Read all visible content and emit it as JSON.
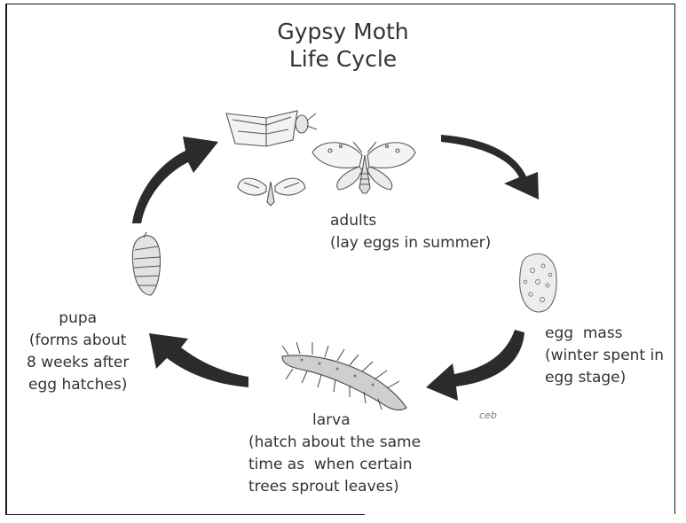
{
  "title": {
    "line1": "Gypsy Moth",
    "line2": "Life Cycle"
  },
  "stages": {
    "adults": {
      "name": "adults",
      "note": "(lay eggs in summer)"
    },
    "egg_mass": {
      "name": "egg  mass",
      "note_line1": "(winter spent in",
      "note_line2": "egg stage)"
    },
    "larva": {
      "name": "larva",
      "note_line1": "(hatch about the same",
      "note_line2": "time as  when certain",
      "note_line3": "trees sprout leaves)"
    },
    "pupa": {
      "name": "pupa",
      "note_line1": "(forms about",
      "note_line2": "8 weeks after",
      "note_line3": "egg hatches)"
    }
  },
  "signature": "ceb",
  "colors": {
    "arrow": "#2b2b2b",
    "sketch": "#555555"
  }
}
